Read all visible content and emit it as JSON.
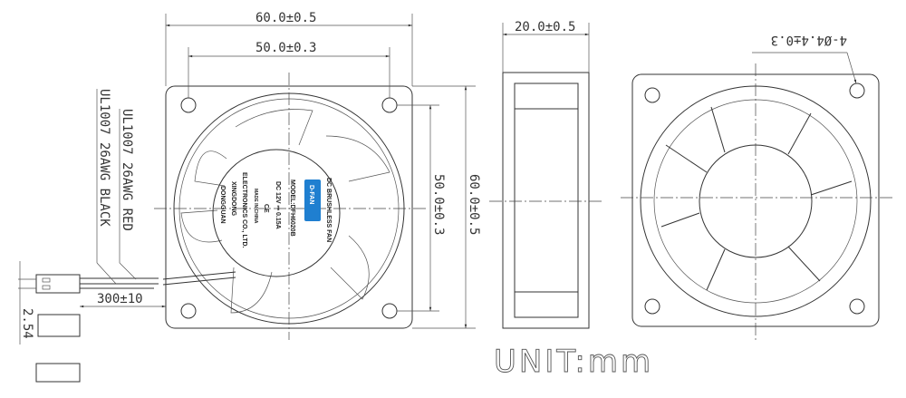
{
  "front_view": {
    "dim_width_outer": "60.0±0.5",
    "dim_width_holes": "50.0±0.3",
    "dim_height_outer": "60.0±0.5",
    "dim_height_holes": "50.0±0.3",
    "label": {
      "arc_top": "DC BRUSHLESS FAN",
      "brand": "D-FAN",
      "model": "MODEL:DFH6020B",
      "rating": "DC 12V ⎓ 0.15A",
      "ce": "CE",
      "made_in": "MADE IN CHINA",
      "maker_line1": "DONGGUAN",
      "maker_line2": "XINGDONG",
      "maker_line3": "ELECTRONICS CO., LTD."
    }
  },
  "wires": {
    "red": "UL1007 26AWG RED",
    "black": "UL1007 26AWG BLACK",
    "length": "300±10",
    "pitch": "2.54"
  },
  "side_view": {
    "dim_depth": "20.0±0.5"
  },
  "back_view": {
    "hole_spec": "4-Ø4.4±0.3"
  },
  "unit": "UNIT:mm",
  "colors": {
    "line": "#333333",
    "label_badge": "#1f7fd0"
  }
}
